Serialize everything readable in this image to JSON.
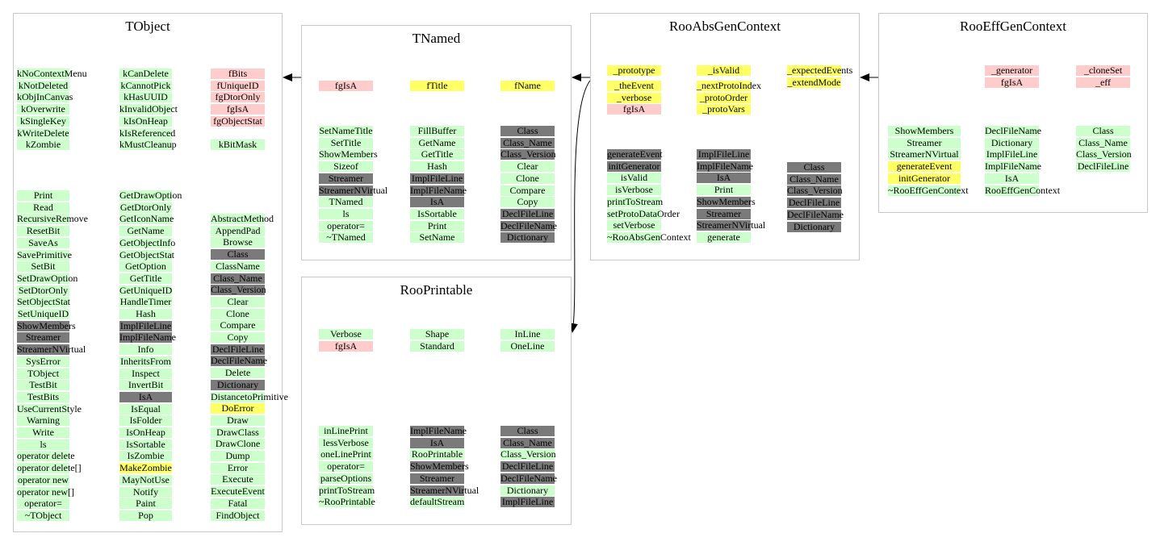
{
  "colors": {
    "plain": "#ffffff",
    "green": "#ccffcc",
    "pink": "#ffcccc",
    "yellow": "#ffff66",
    "gray": "#7a7a7a",
    "border": "#c8c8c8",
    "arrow": "#000000"
  },
  "classes": {
    "tobject": {
      "title": "TObject",
      "members": [
        {
          "text": "kNoContextMenu",
          "style": "green"
        },
        {
          "text": "kNotDeleted",
          "style": "green"
        },
        {
          "text": "kObjInCanvas",
          "style": "green"
        },
        {
          "text": "kOverwrite",
          "style": "green"
        },
        {
          "text": "kSingleKey",
          "style": "green"
        },
        {
          "text": "kWriteDelete",
          "style": "green"
        },
        {
          "text": "kZombie",
          "style": "green"
        },
        {
          "text": "kCanDelete",
          "style": "green"
        },
        {
          "text": "kCannotPick",
          "style": "green"
        },
        {
          "text": "kHasUUID",
          "style": "green"
        },
        {
          "text": "kInvalidObject",
          "style": "green"
        },
        {
          "text": "kIsOnHeap",
          "style": "green"
        },
        {
          "text": "kIsReferenced",
          "style": "green"
        },
        {
          "text": "kMustCleanup",
          "style": "green"
        },
        {
          "text": "fBits",
          "style": "pink"
        },
        {
          "text": "fUniqueID",
          "style": "pink"
        },
        {
          "text": "fgDtorOnly",
          "style": "pink"
        },
        {
          "text": "fgIsA",
          "style": "pink"
        },
        {
          "text": "fgObjectStat",
          "style": "pink"
        },
        {
          "text": "kBitMask",
          "style": "green"
        }
      ],
      "methods_col1": [
        {
          "text": "Print",
          "style": "green"
        },
        {
          "text": "Read",
          "style": "green"
        },
        {
          "text": "RecursiveRemove",
          "style": "green"
        },
        {
          "text": "ResetBit",
          "style": "green"
        },
        {
          "text": "SaveAs",
          "style": "green"
        },
        {
          "text": "SavePrimitive",
          "style": "green"
        },
        {
          "text": "SetBit",
          "style": "green"
        },
        {
          "text": "SetDrawOption",
          "style": "green"
        },
        {
          "text": "SetDtorOnly",
          "style": "green"
        },
        {
          "text": "SetObjectStat",
          "style": "green"
        },
        {
          "text": "SetUniqueID",
          "style": "green"
        },
        {
          "text": "ShowMembers",
          "style": "gray"
        },
        {
          "text": "Streamer",
          "style": "gray"
        },
        {
          "text": "StreamerNVirtual",
          "style": "gray"
        },
        {
          "text": "SysError",
          "style": "green"
        },
        {
          "text": "TObject",
          "style": "green"
        },
        {
          "text": "TestBit",
          "style": "green"
        },
        {
          "text": "TestBits",
          "style": "green"
        },
        {
          "text": "UseCurrentStyle",
          "style": "green"
        },
        {
          "text": "Warning",
          "style": "green"
        },
        {
          "text": "Write",
          "style": "green"
        },
        {
          "text": "ls",
          "style": "green"
        },
        {
          "text": "operator delete",
          "style": "green"
        },
        {
          "text": "operator delete[]",
          "style": "green"
        },
        {
          "text": "operator new",
          "style": "green"
        },
        {
          "text": "operator new[]",
          "style": "green"
        },
        {
          "text": "operator=",
          "style": "green"
        },
        {
          "text": "~TObject",
          "style": "green"
        }
      ],
      "methods_col2": [
        {
          "text": "GetDrawOption",
          "style": "green"
        },
        {
          "text": "GetDtorOnly",
          "style": "green"
        },
        {
          "text": "GetIconName",
          "style": "green"
        },
        {
          "text": "GetName",
          "style": "green"
        },
        {
          "text": "GetObjectInfo",
          "style": "green"
        },
        {
          "text": "GetObjectStat",
          "style": "green"
        },
        {
          "text": "GetOption",
          "style": "green"
        },
        {
          "text": "GetTitle",
          "style": "green"
        },
        {
          "text": "GetUniqueID",
          "style": "green"
        },
        {
          "text": "HandleTimer",
          "style": "green"
        },
        {
          "text": "Hash",
          "style": "green"
        },
        {
          "text": "ImplFileLine",
          "style": "gray"
        },
        {
          "text": "ImplFileName",
          "style": "gray"
        },
        {
          "text": "Info",
          "style": "green"
        },
        {
          "text": "InheritsFrom",
          "style": "green"
        },
        {
          "text": "Inspect",
          "style": "green"
        },
        {
          "text": "InvertBit",
          "style": "green"
        },
        {
          "text": "IsA",
          "style": "gray"
        },
        {
          "text": "IsEqual",
          "style": "green"
        },
        {
          "text": "IsFolder",
          "style": "green"
        },
        {
          "text": "IsOnHeap",
          "style": "green"
        },
        {
          "text": "IsSortable",
          "style": "green"
        },
        {
          "text": "IsZombie",
          "style": "green"
        },
        {
          "text": "MakeZombie",
          "style": "yellow"
        },
        {
          "text": "MayNotUse",
          "style": "green"
        },
        {
          "text": "Notify",
          "style": "green"
        },
        {
          "text": "Paint",
          "style": "green"
        },
        {
          "text": "Pop",
          "style": "green"
        }
      ],
      "methods_col3": [
        {
          "text": "AbstractMethod",
          "style": "green"
        },
        {
          "text": "AppendPad",
          "style": "green"
        },
        {
          "text": "Browse",
          "style": "green"
        },
        {
          "text": "Class",
          "style": "gray"
        },
        {
          "text": "ClassName",
          "style": "green"
        },
        {
          "text": "Class_Name",
          "style": "gray"
        },
        {
          "text": "Class_Version",
          "style": "gray"
        },
        {
          "text": "Clear",
          "style": "green"
        },
        {
          "text": "Clone",
          "style": "green"
        },
        {
          "text": "Compare",
          "style": "green"
        },
        {
          "text": "Copy",
          "style": "green"
        },
        {
          "text": "DeclFileLine",
          "style": "gray"
        },
        {
          "text": "DeclFileName",
          "style": "gray"
        },
        {
          "text": "Delete",
          "style": "green"
        },
        {
          "text": "Dictionary",
          "style": "gray"
        },
        {
          "text": "DistancetoPrimitive",
          "style": "green"
        },
        {
          "text": "DoError",
          "style": "yellow"
        },
        {
          "text": "Draw",
          "style": "green"
        },
        {
          "text": "DrawClass",
          "style": "green"
        },
        {
          "text": "DrawClone",
          "style": "green"
        },
        {
          "text": "Dump",
          "style": "green"
        },
        {
          "text": "Error",
          "style": "green"
        },
        {
          "text": "Execute",
          "style": "green"
        },
        {
          "text": "ExecuteEvent",
          "style": "green"
        },
        {
          "text": "Fatal",
          "style": "green"
        },
        {
          "text": "FindObject",
          "style": "green"
        }
      ]
    },
    "tnamed": {
      "title": "TNamed",
      "members": [
        {
          "text": "fgIsA",
          "style": "pink"
        },
        {
          "text": "fTitle",
          "style": "yellow"
        },
        {
          "text": "fName",
          "style": "yellow"
        }
      ],
      "methods_col1": [
        {
          "text": "SetNameTitle",
          "style": "green"
        },
        {
          "text": "SetTitle",
          "style": "green"
        },
        {
          "text": "ShowMembers",
          "style": "green"
        },
        {
          "text": "Sizeof",
          "style": "green"
        },
        {
          "text": "Streamer",
          "style": "gray"
        },
        {
          "text": "StreamerNVirtual",
          "style": "gray"
        },
        {
          "text": "TNamed",
          "style": "green"
        },
        {
          "text": "ls",
          "style": "green"
        },
        {
          "text": "operator=",
          "style": "green"
        },
        {
          "text": "~TNamed",
          "style": "green"
        }
      ],
      "methods_col2": [
        {
          "text": "FillBuffer",
          "style": "green"
        },
        {
          "text": "GetName",
          "style": "green"
        },
        {
          "text": "GetTitle",
          "style": "green"
        },
        {
          "text": "Hash",
          "style": "green"
        },
        {
          "text": "ImplFileLine",
          "style": "gray"
        },
        {
          "text": "ImplFileName",
          "style": "gray"
        },
        {
          "text": "IsA",
          "style": "gray"
        },
        {
          "text": "IsSortable",
          "style": "green"
        },
        {
          "text": "Print",
          "style": "green"
        },
        {
          "text": "SetName",
          "style": "green"
        }
      ],
      "methods_col3": [
        {
          "text": "Class",
          "style": "gray"
        },
        {
          "text": "Class_Name",
          "style": "gray"
        },
        {
          "text": "Class_Version",
          "style": "gray"
        },
        {
          "text": "Clear",
          "style": "green"
        },
        {
          "text": "Clone",
          "style": "green"
        },
        {
          "text": "Compare",
          "style": "green"
        },
        {
          "text": "Copy",
          "style": "green"
        },
        {
          "text": "DeclFileLine",
          "style": "gray"
        },
        {
          "text": "DeclFileName",
          "style": "gray"
        },
        {
          "text": "Dictionary",
          "style": "gray"
        }
      ]
    },
    "rooabsgencontext": {
      "title": "RooAbsGenContext",
      "members": [
        {
          "text": "_prototype",
          "style": "yellow"
        },
        {
          "text": "_theEvent",
          "style": "yellow"
        },
        {
          "text": "_verbose",
          "style": "yellow"
        },
        {
          "text": "fgIsA",
          "style": "pink"
        },
        {
          "text": "_isValid",
          "style": "yellow"
        },
        {
          "text": "_nextProtoIndex",
          "style": "yellow"
        },
        {
          "text": "_protoOrder",
          "style": "yellow"
        },
        {
          "text": "_protoVars",
          "style": "yellow"
        },
        {
          "text": "_expectedEvents",
          "style": "yellow"
        },
        {
          "text": "_extendMode",
          "style": "yellow"
        }
      ],
      "methods_col1": [
        {
          "text": "generateEvent",
          "style": "gray"
        },
        {
          "text": "initGenerator",
          "style": "gray"
        },
        {
          "text": "isValid",
          "style": "green"
        },
        {
          "text": "isVerbose",
          "style": "green"
        },
        {
          "text": "printToStream",
          "style": "green"
        },
        {
          "text": "setProtoDataOrder",
          "style": "green"
        },
        {
          "text": "setVerbose",
          "style": "green"
        },
        {
          "text": "~RooAbsGenContext",
          "style": "green"
        }
      ],
      "methods_col2": [
        {
          "text": "ImplFileLine",
          "style": "gray"
        },
        {
          "text": "ImplFileName",
          "style": "gray"
        },
        {
          "text": "IsA",
          "style": "gray"
        },
        {
          "text": "Print",
          "style": "green"
        },
        {
          "text": "ShowMembers",
          "style": "gray"
        },
        {
          "text": "Streamer",
          "style": "gray"
        },
        {
          "text": "StreamerNVirtual",
          "style": "gray"
        },
        {
          "text": "generate",
          "style": "green"
        }
      ],
      "methods_col3": [
        {
          "text": "Class",
          "style": "gray"
        },
        {
          "text": "Class_Name",
          "style": "gray"
        },
        {
          "text": "Class_Version",
          "style": "gray"
        },
        {
          "text": "DeclFileLine",
          "style": "gray"
        },
        {
          "text": "DeclFileName",
          "style": "gray"
        },
        {
          "text": "Dictionary",
          "style": "gray"
        }
      ]
    },
    "rooeffgencontext": {
      "title": "RooEffGenContext",
      "members": [
        {
          "text": "_generator",
          "style": "pink"
        },
        {
          "text": "fgIsA",
          "style": "pink"
        },
        {
          "text": "_cloneSet",
          "style": "pink"
        },
        {
          "text": "_eff",
          "style": "pink"
        }
      ],
      "methods_col1": [
        {
          "text": "ShowMembers",
          "style": "green"
        },
        {
          "text": "Streamer",
          "style": "green"
        },
        {
          "text": "StreamerNVirtual",
          "style": "green"
        },
        {
          "text": "generateEvent",
          "style": "yellow"
        },
        {
          "text": "initGenerator",
          "style": "yellow"
        },
        {
          "text": "~RooEffGenContext",
          "style": "green"
        }
      ],
      "methods_col2": [
        {
          "text": "DeclFileName",
          "style": "green"
        },
        {
          "text": "Dictionary",
          "style": "green"
        },
        {
          "text": "ImplFileLine",
          "style": "green"
        },
        {
          "text": "ImplFileName",
          "style": "green"
        },
        {
          "text": "IsA",
          "style": "green"
        },
        {
          "text": "RooEffGenContext",
          "style": "green"
        }
      ],
      "methods_col3": [
        {
          "text": "Class",
          "style": "green"
        },
        {
          "text": "Class_Name",
          "style": "green"
        },
        {
          "text": "Class_Version",
          "style": "green"
        },
        {
          "text": "DeclFileLine",
          "style": "green"
        }
      ]
    },
    "rooprintable": {
      "title": "RooPrintable",
      "members": [
        {
          "text": "Verbose",
          "style": "green"
        },
        {
          "text": "fgIsA",
          "style": "pink"
        },
        {
          "text": "Shape",
          "style": "green"
        },
        {
          "text": "Standard",
          "style": "green"
        },
        {
          "text": "InLine",
          "style": "green"
        },
        {
          "text": "OneLine",
          "style": "green"
        }
      ],
      "methods_col1": [
        {
          "text": "inLinePrint",
          "style": "green"
        },
        {
          "text": "lessVerbose",
          "style": "green"
        },
        {
          "text": "oneLinePrint",
          "style": "green"
        },
        {
          "text": "operator=",
          "style": "green"
        },
        {
          "text": "parseOptions",
          "style": "green"
        },
        {
          "text": "printToStream",
          "style": "green"
        },
        {
          "text": "~RooPrintable",
          "style": "green"
        }
      ],
      "methods_col2": [
        {
          "text": "ImplFileName",
          "style": "gray"
        },
        {
          "text": "IsA",
          "style": "gray"
        },
        {
          "text": "RooPrintable",
          "style": "green"
        },
        {
          "text": "ShowMembers",
          "style": "gray"
        },
        {
          "text": "Streamer",
          "style": "gray"
        },
        {
          "text": "StreamerNVirtual",
          "style": "gray"
        },
        {
          "text": "defaultStream",
          "style": "green"
        }
      ],
      "methods_col3": [
        {
          "text": "Class",
          "style": "gray"
        },
        {
          "text": "Class_Name",
          "style": "gray"
        },
        {
          "text": "Class_Version",
          "style": "green"
        },
        {
          "text": "DeclFileLine",
          "style": "gray"
        },
        {
          "text": "DeclFileName",
          "style": "gray"
        },
        {
          "text": "Dictionary",
          "style": "green"
        },
        {
          "text": "ImplFileLine",
          "style": "gray"
        }
      ]
    }
  }
}
